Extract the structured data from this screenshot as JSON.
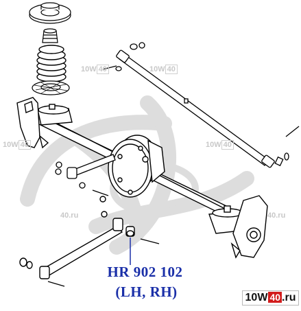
{
  "part_number": "HR 902 102",
  "side_note": "(LH, RH)",
  "watermark": {
    "text_pre": "10W",
    "text_box": "40",
    "text_suffix": ".ru",
    "color": "#c8c8c8"
  },
  "logo": {
    "text_pre": "10W",
    "text_box": "40",
    "text_suffix": ".ru",
    "box_color": "#d21c1c"
  },
  "colors": {
    "label": "#1a2fa8",
    "line": "#000000",
    "highlight_pointer": "#1a2fa8"
  }
}
